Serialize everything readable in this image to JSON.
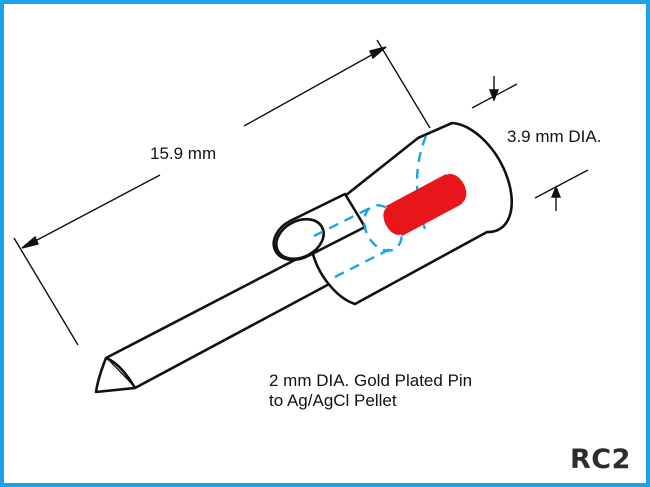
{
  "labels": {
    "length": "15.9 mm",
    "diameter": "3.9 mm DIA.",
    "pin_line1": "2 mm DIA. Gold Plated Pin",
    "pin_line2": "to Ag/AgCl Pellet",
    "model": "RC2"
  },
  "colors": {
    "border": "#1aa3e8",
    "hidden_lines": "#1aa3e8",
    "pellet": "#e8161b",
    "outline": "#111111"
  }
}
